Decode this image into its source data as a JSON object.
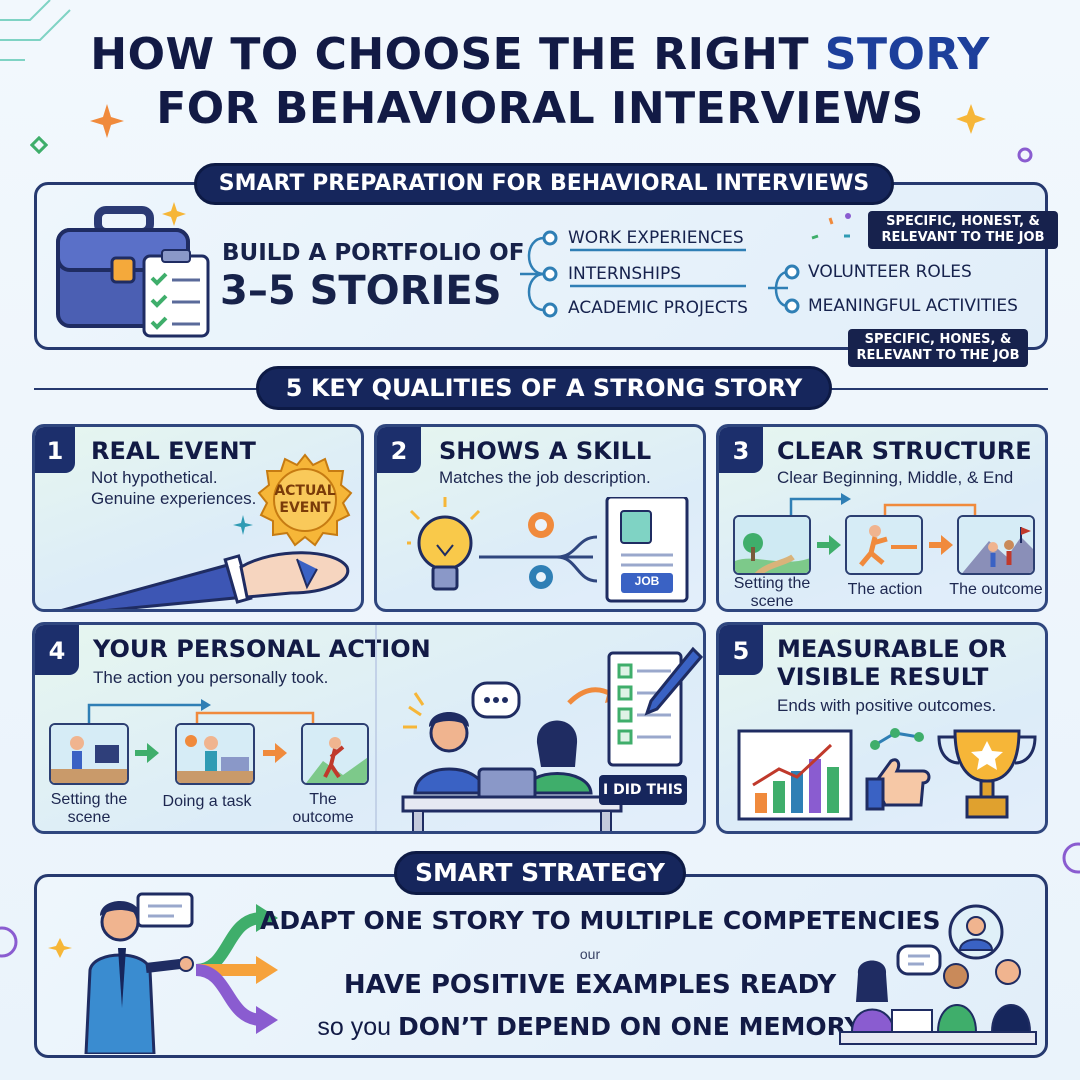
{
  "title": {
    "line1_a": "HOW TO CHOOSE THE RIGHT ",
    "line1_accent": "STORY",
    "line2": "FOR BEHAVIORAL INTERVIEWS"
  },
  "prep": {
    "header": "SMART PREPARATION FOR BEHAVIORAL INTERVIEWS",
    "portfolio_line1": "BUILD A PORTFOLIO OF",
    "portfolio_line2": "3–5 STORIES",
    "left_items": [
      "WORK EXPERIENCES",
      "INTERNSHIPS",
      "ACADEMIC PROJECTS"
    ],
    "right_items": [
      "VOLUNTEER ROLES",
      "MEANINGFUL ACTIVITIES"
    ],
    "tag_top": "SPECIFIC, HONEST, & RELEVANT TO THE JOB",
    "tag_bottom": "SPECIFIC, HONES, & RELEVANT TO THE JOB"
  },
  "qualities": {
    "header": "5 KEY QUALITIES OF A STRONG STORY",
    "q1": {
      "num": "1",
      "title": "REAL EVENT",
      "sub": "Not hypothetical. Genuine experiences.",
      "badge": "ACTUAL EVENT"
    },
    "q2": {
      "num": "2",
      "title": "SHOWS A SKILL",
      "sub": "Matches the job description.",
      "doc_label": "JOB"
    },
    "q3": {
      "num": "3",
      "title": "CLEAR STRUCTURE",
      "sub": "Clear Beginning, Middle, & End",
      "labels": [
        "Setting the scene",
        "The action",
        "The outcome"
      ]
    },
    "q4": {
      "num": "4",
      "title": "YOUR PERSONAL ACTION",
      "sub": "The action you personally took.",
      "labels": [
        "Setting the scene",
        "Doing a task",
        "The outcome"
      ],
      "sign": "I DID THIS"
    },
    "q5": {
      "num": "5",
      "title_line1": "MEASURABLE OR",
      "title_line2": "VISIBLE RESULT",
      "sub": "Ends with positive outcomes."
    }
  },
  "strategy": {
    "header": "SMART STRATEGY",
    "line1": "ADAPT ONE STORY TO MULTIPLE COMPETENCIES",
    "or": "our",
    "line2": "HAVE POSITIVE EXAMPLES READY",
    "line3_a": "so you ",
    "line3_b": "DON’T DEPEND ON ONE MEMORY"
  },
  "colors": {
    "navy": "#16265c",
    "accent_blue": "#1d3f9b",
    "orange": "#f08a3c",
    "green": "#3fae6b",
    "purple": "#8a5cd0",
    "teal": "#2f9bb4"
  }
}
